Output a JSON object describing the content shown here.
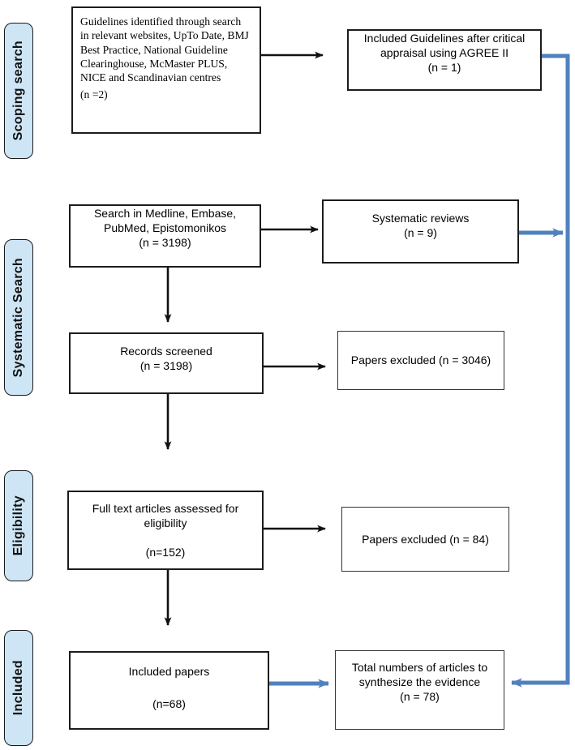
{
  "colors": {
    "accent_blue": "#4f81bd",
    "sidebar_fill": "#cde5f5",
    "sidebar_border": "#1a1a1a",
    "box_border": "#1c1c1c"
  },
  "sidebar": {
    "stages": [
      {
        "label": "Scoping search"
      },
      {
        "label": "Systematic Search"
      },
      {
        "label": "Eligibility"
      },
      {
        "label": "Included"
      }
    ]
  },
  "boxes": {
    "guidelines_source": {
      "text": "Guidelines identified through search in relevant websites, UpTo Date, BMJ Best Practice, National Guideline Clearinghouse, McMaster PLUS, NICE and Scandinavian centres",
      "count": "(n =2)"
    },
    "included_guidelines": {
      "title": "Included Guidelines after critical appraisal using AGREE II",
      "count": "(n = 1)"
    },
    "database_search": {
      "title": "Search in Medline, Embase, PubMed, Epistomonikos",
      "count": "(n = 3198)"
    },
    "systematic_reviews": {
      "title": "Systematic reviews",
      "count": "(n = 9)"
    },
    "records_screened": {
      "title": "Records screened",
      "count": "(n = 3198)"
    },
    "papers_excluded_screening": {
      "text": "Papers excluded (n = 3046)"
    },
    "full_text_assessed": {
      "title": "Full text articles assessed for eligibility",
      "count": "(n=152)"
    },
    "papers_excluded_fulltext": {
      "text": "Papers excluded (n = 84)"
    },
    "included_papers": {
      "title": "Included papers",
      "count": "(n=68)"
    },
    "total_synthesis": {
      "title": "Total numbers of articles to synthesize the evidence",
      "count": "(n = 78)"
    }
  }
}
